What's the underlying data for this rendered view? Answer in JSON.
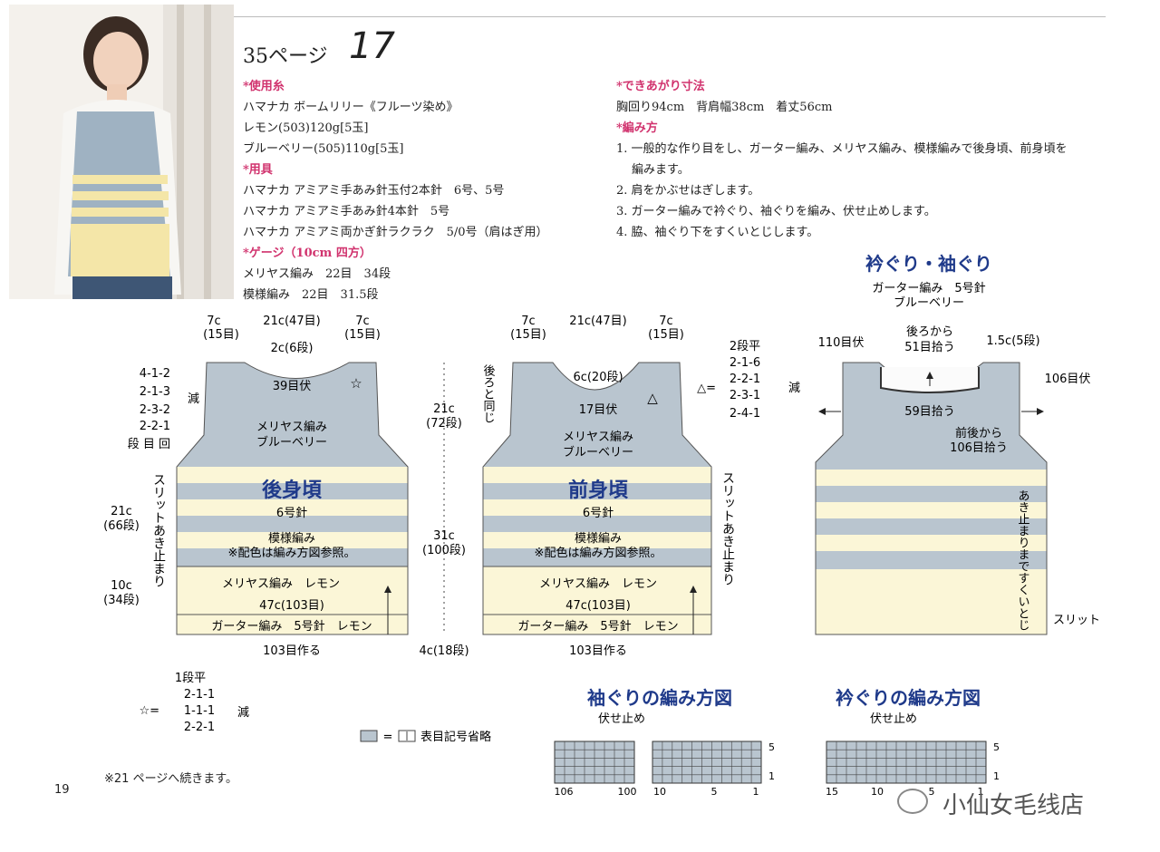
{
  "header": {
    "page_ref": "35ページ",
    "pattern_number": "17",
    "page_number": "19"
  },
  "materials": {
    "yarn_heading": "*使用糸",
    "yarn_lines": [
      "ハマナカ ボームリリー《フルーツ染め》",
      "レモン(503)120g[5玉]",
      "ブルーベリー(505)110g[5玉]"
    ],
    "tools_heading": "*用具",
    "tools_lines": [
      "ハマナカ アミアミ手あみ針玉付2本針　6号、5号",
      "ハマナカ アミアミ手あみ針4本針　5号",
      "ハマナカ アミアミ両かぎ針ラクラク　5/0号（肩はぎ用）"
    ],
    "gauge_heading": "*ゲージ（10cm 四方）",
    "gauge_lines": [
      "メリヤス編み　22目　34段",
      "模様編み　22目　31.5段"
    ]
  },
  "finished": {
    "heading": "*できあがり寸法",
    "line": "胸回り94cm　背肩幅38cm　着丈56cm",
    "method_heading": "*編み方",
    "steps": [
      "1. 一般的な作り目をし、ガーター編み、メリヤス編み、模様編みで後身頃、前身頃を",
      "編みます。",
      "2. 肩をかぶせはぎします。",
      "3. ガーター編みで衿ぐり、袖ぐりを編み、伏せ止めします。",
      "4. 脇、袖ぐり下をすくいとじします。"
    ]
  },
  "back": {
    "top_dims": {
      "left": "7c",
      "mid": "21c(47目)",
      "right": "7c",
      "left_sub": "(15目)",
      "right_sub": "(15目)"
    },
    "neck_rows": "2c(6段)",
    "neck_bind": "39目伏",
    "star": "☆",
    "dec": [
      "4-1-2",
      "2-1-3",
      "2-3-2",
      "2-2-1",
      "段 目 回"
    ],
    "dec_label": "減",
    "upper_label1": "メリヤス編み",
    "upper_label2": "ブルーベリー",
    "title": "後身頃",
    "needle": "6号針",
    "pattern1": "模様編み",
    "pattern2": "※配色は編み方図参照。",
    "lower_label": "メリヤス編み　レモン",
    "width": "47c(103目)",
    "garter": "ガーター編み　5号針　レモン",
    "cast_on": "103目作る",
    "slit_label": "スリットあき止まり",
    "left_dim1": "21c",
    "left_dim1_sub": "(66段)",
    "left_dim2": "10c",
    "left_dim2_sub": "(34段)"
  },
  "middle_dims": {
    "d1": "21c",
    "d1_sub": "(72段)",
    "d2": "31c",
    "d2_sub": "(100段)",
    "d3": "4c(18段)"
  },
  "front": {
    "top_dims": {
      "left": "7c",
      "mid": "21c(47目)",
      "right": "7c",
      "left_sub": "(15目)",
      "right_sub": "(15目)"
    },
    "neck_rows": "6c(20段)",
    "neck_bind": "17目伏",
    "triangle": "△",
    "same_as_back": "後ろと同じ",
    "upper_label1": "メリヤス編み",
    "upper_label2": "ブルーベリー",
    "title": "前身頃",
    "needle": "6号針",
    "pattern1": "模様編み",
    "pattern2": "※配色は編み方図参照。",
    "lower_label": "メリヤス編み　レモン",
    "width": "47c(103目)",
    "garter": "ガーター編み　5号針　レモン",
    "cast_on": "103目作る",
    "slit_label": "スリットあき止まり",
    "tri_dec_top": "2段平",
    "tri_dec": [
      "2-1-6",
      "2-2-1",
      "2-3-1",
      "2-4-1"
    ],
    "tri_eq": "△=",
    "tri_label": "減"
  },
  "finishing": {
    "title": "衿ぐり・袖ぐり",
    "sub1": "ガーター編み　5号針",
    "sub2": "ブルーベリー",
    "bind_left": "110目伏",
    "back_pick1": "後ろから",
    "back_pick2": "51目拾う",
    "rows": "1.5c(5段)",
    "bind_right": "106目伏",
    "front_pick": "59目拾う",
    "side_pick1": "前後から",
    "side_pick2": "106目拾う",
    "seam": "あき止まりまですくいとじ",
    "slit": "スリット"
  },
  "star_dec": {
    "top": "1段平",
    "lines": [
      "2-1-1",
      "1-1-1",
      "2-2-1"
    ],
    "star_eq": "☆=",
    "label": "減"
  },
  "legend": {
    "eq": "=",
    "text": "表目記号省略"
  },
  "charts": {
    "armhole_title": "袖ぐりの編み方図",
    "neck_title": "衿ぐりの編み方図",
    "bind_off": "伏せ止め",
    "row5": "5",
    "row1": "1",
    "armhole_ticks": [
      "106",
      "100",
      "10",
      "5",
      "1"
    ],
    "neck_ticks": [
      "15",
      "10",
      "5",
      "1"
    ]
  },
  "footer": {
    "note": "※21 ページへ続きます。",
    "watermark": "小仙女毛线店"
  },
  "colors": {
    "blueberry": "#b9c5cf",
    "lemon": "#fbf6d7",
    "accent_pink": "#d1336e",
    "accent_navy": "#1f3a8a"
  }
}
